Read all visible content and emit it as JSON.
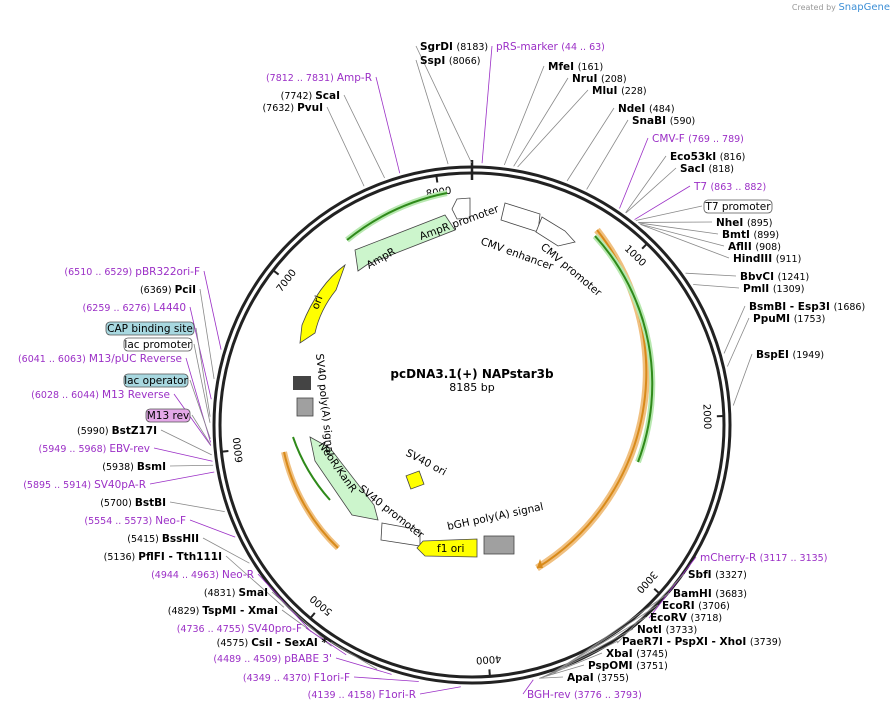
{
  "brand": {
    "created_by": "Created by",
    "name": "SnapGene"
  },
  "plasmid": {
    "name": "pcDNA3.1(+) NAPstar3b",
    "size": "8185 bp"
  },
  "ticks": [
    {
      "label": "1000",
      "bp": 1000
    },
    {
      "label": "2000",
      "bp": 2000
    },
    {
      "label": "3000",
      "bp": 3000
    },
    {
      "label": "4000",
      "bp": 4000
    },
    {
      "label": "5000",
      "bp": 5000
    },
    {
      "label": "6000",
      "bp": 6000
    },
    {
      "label": "7000",
      "bp": 7000
    },
    {
      "label": "8000",
      "bp": 8000
    }
  ],
  "features": [
    {
      "label": "AmpR promoter",
      "color": "#ffffff"
    },
    {
      "label": "AmpR",
      "color": "#ccf5cc"
    },
    {
      "label": "ori",
      "color": "#ffff00"
    },
    {
      "label": "CMV enhancer",
      "color": "#ffffff"
    },
    {
      "label": "CMV promoter",
      "color": "#ffffff"
    },
    {
      "label": "SV40 poly(A) signal",
      "color": "#a0a0a0"
    },
    {
      "label": "NeoR/KanR",
      "color": "#ccf5cc"
    },
    {
      "label": "SV40 promoter",
      "color": "#ffffff"
    },
    {
      "label": "SV40 ori",
      "color": "#ffff00"
    },
    {
      "label": "bGH poly(A) signal",
      "color": "#a0a0a0"
    },
    {
      "label": "f1 ori",
      "color": "#ffff00"
    }
  ],
  "boxed": [
    {
      "label": "T7 promoter",
      "color": "#ffffff"
    },
    {
      "label": "CAP binding site",
      "color": "#a8d8e0"
    },
    {
      "label": "lac promoter",
      "color": "#ffffff"
    },
    {
      "label": "lac operator",
      "color": "#a8d8e0"
    },
    {
      "label": "M13 rev",
      "color": "#e4a8e8"
    }
  ],
  "right_labels": [
    {
      "enz": "SgrDI",
      "pos": "(8183)"
    },
    {
      "enz": "SspI",
      "pos": "(8066)"
    },
    {
      "prim": "pRS-marker",
      "range": "(44 .. 63)"
    },
    {
      "enz": "MfeI",
      "pos": "(161)"
    },
    {
      "enz": "NruI",
      "pos": "(208)"
    },
    {
      "enz": "MluI",
      "pos": "(228)"
    },
    {
      "enz": "NdeI",
      "pos": "(484)"
    },
    {
      "enz": "SnaBI",
      "pos": "(590)"
    },
    {
      "prim": "CMV-F",
      "range": "(769 .. 789)"
    },
    {
      "enz": "Eco53kI",
      "pos": "(816)"
    },
    {
      "enz": "SacI",
      "pos": "(818)"
    },
    {
      "prim": "T7",
      "range": "(863 .. 882)"
    },
    {
      "enz": "NheI",
      "pos": "(895)"
    },
    {
      "enz": "BmtI",
      "pos": "(899)"
    },
    {
      "enz": "AflII",
      "pos": "(908)"
    },
    {
      "enz": "HindIII",
      "pos": "(911)"
    },
    {
      "enz": "BbvCI",
      "pos": "(1241)"
    },
    {
      "enz": "PmlI",
      "pos": "(1309)"
    },
    {
      "enz": "BsmBI - Esp3I",
      "pos": "(1686)"
    },
    {
      "enz": "PpuMI",
      "pos": "(1753)"
    },
    {
      "enz": "BspEI",
      "pos": "(1949)"
    },
    {
      "prim": "mCherry-R",
      "range": "(3117 .. 3135)"
    },
    {
      "enz": "SbfI",
      "pos": "(3327)"
    },
    {
      "enz": "BamHI",
      "pos": "(3683)"
    },
    {
      "enz": "EcoRI",
      "pos": "(3706)"
    },
    {
      "enz": "EcoRV",
      "pos": "(3718)"
    },
    {
      "enz": "NotI",
      "pos": "(3733)"
    },
    {
      "enz": "PaeR7I - PspXI - XhoI",
      "pos": "(3739)"
    },
    {
      "enz": "XbaI",
      "pos": "(3745)"
    },
    {
      "enz": "PspOMI",
      "pos": "(3751)"
    },
    {
      "enz": "ApaI",
      "pos": "(3755)"
    },
    {
      "prim": "BGH-rev",
      "range": "(3776 .. 3793)"
    }
  ],
  "left_labels": [
    {
      "prim": "Amp-R",
      "range": "(7812 .. 7831)"
    },
    {
      "enz": "ScaI",
      "pos": "(7742)"
    },
    {
      "enz": "PvuI",
      "pos": "(7632)"
    },
    {
      "prim": "pBR322ori-F",
      "range": "(6510 .. 6529)"
    },
    {
      "enz": "PciI",
      "pos": "(6369)"
    },
    {
      "prim": "L4440",
      "range": "(6259 .. 6276)"
    },
    {
      "prim": "M13/pUC Reverse",
      "range": "(6041 .. 6063)"
    },
    {
      "prim": "M13 Reverse",
      "range": "(6028 .. 6044)"
    },
    {
      "enz": "BstZ17I",
      "pos": "(5990)"
    },
    {
      "prim": "EBV-rev",
      "range": "(5949 .. 5968)"
    },
    {
      "enz": "BsmI",
      "pos": "(5938)"
    },
    {
      "prim": "SV40pA-R",
      "range": "(5895 .. 5914)"
    },
    {
      "enz": "BstBI",
      "pos": "(5700)"
    },
    {
      "prim": "Neo-F",
      "range": "(5554 .. 5573)"
    },
    {
      "enz": "BssHII",
      "pos": "(5415)"
    },
    {
      "enz": "PflFI - Tth111I",
      "pos": "(5136)"
    },
    {
      "prim": "Neo-R",
      "range": "(4944 .. 4963)"
    },
    {
      "enz": "SmaI",
      "pos": "(4831)"
    },
    {
      "enz": "TspMI - XmaI",
      "pos": "(4829)"
    },
    {
      "prim": "SV40pro-F",
      "range": "(4736 .. 4755)"
    },
    {
      "enz": "CsiI - SexAI *",
      "pos": "(4575)"
    },
    {
      "prim": "pBABE 3'",
      "range": "(4489 .. 4509)"
    },
    {
      "prim": "F1ori-F",
      "range": "(4349 .. 4370)"
    },
    {
      "prim": "F1ori-R",
      "range": "(4139 .. 4158)"
    }
  ]
}
